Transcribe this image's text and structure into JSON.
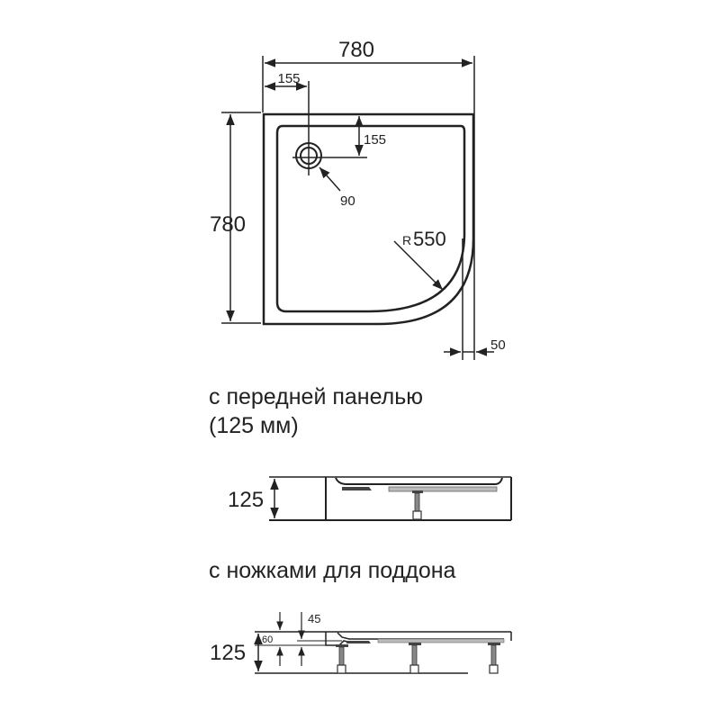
{
  "plan_view": {
    "width_label": "780",
    "height_label": "780",
    "drain_offset_x_label": "155",
    "drain_offset_y_label": "155",
    "drain_diameter_label": "90",
    "radius_prefix": "R",
    "radius_label": "550",
    "rim_width_label": "50"
  },
  "front_panel_view": {
    "caption_line1": "с передней панелью",
    "caption_line2": "(125 мм)",
    "height_label": "125"
  },
  "legs_view": {
    "caption": "с ножками для поддона",
    "total_height_label": "125",
    "tray_height_label": "60",
    "leg_gap_label": "45"
  },
  "colors": {
    "line": "#222222",
    "background": "#ffffff",
    "shade": "#bbbbbb"
  }
}
